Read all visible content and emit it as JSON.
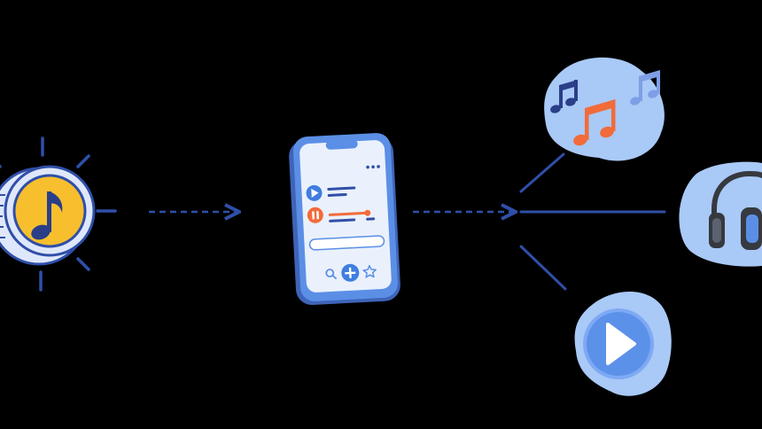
{
  "colors": {
    "background": "#000000",
    "line": "#2f4fa8",
    "coin_gold": "#f7bf2e",
    "coin_rim": "#dfe7fb",
    "blob_light": "#a9c9f7",
    "blob_medium": "#7ea9f4",
    "phone_body": "#5b8fe6",
    "phone_screen": "#eaf1fc",
    "accent_blue": "#3f7ee0",
    "accent_orange": "#f26b3a",
    "note_dark": "#2a3f87",
    "note_light": "#7e9fe6",
    "headphones": "#36393f"
  },
  "nodes": [
    {
      "id": "coin",
      "icon": "music-coin-icon"
    },
    {
      "id": "phone",
      "icon": "music-app-phone-icon"
    },
    {
      "id": "notes",
      "icon": "music-notes-icon"
    },
    {
      "id": "headphones",
      "icon": "headphones-icon"
    },
    {
      "id": "video",
      "icon": "play-button-icon"
    }
  ],
  "edges": [
    {
      "from": "coin",
      "to": "phone",
      "style": "dashed-arrow"
    },
    {
      "from": "phone",
      "to": "hub",
      "style": "dashed-arrow"
    },
    {
      "from": "hub",
      "to": "notes",
      "style": "solid"
    },
    {
      "from": "hub",
      "to": "headphones",
      "style": "solid"
    },
    {
      "from": "hub",
      "to": "video",
      "style": "solid"
    }
  ]
}
